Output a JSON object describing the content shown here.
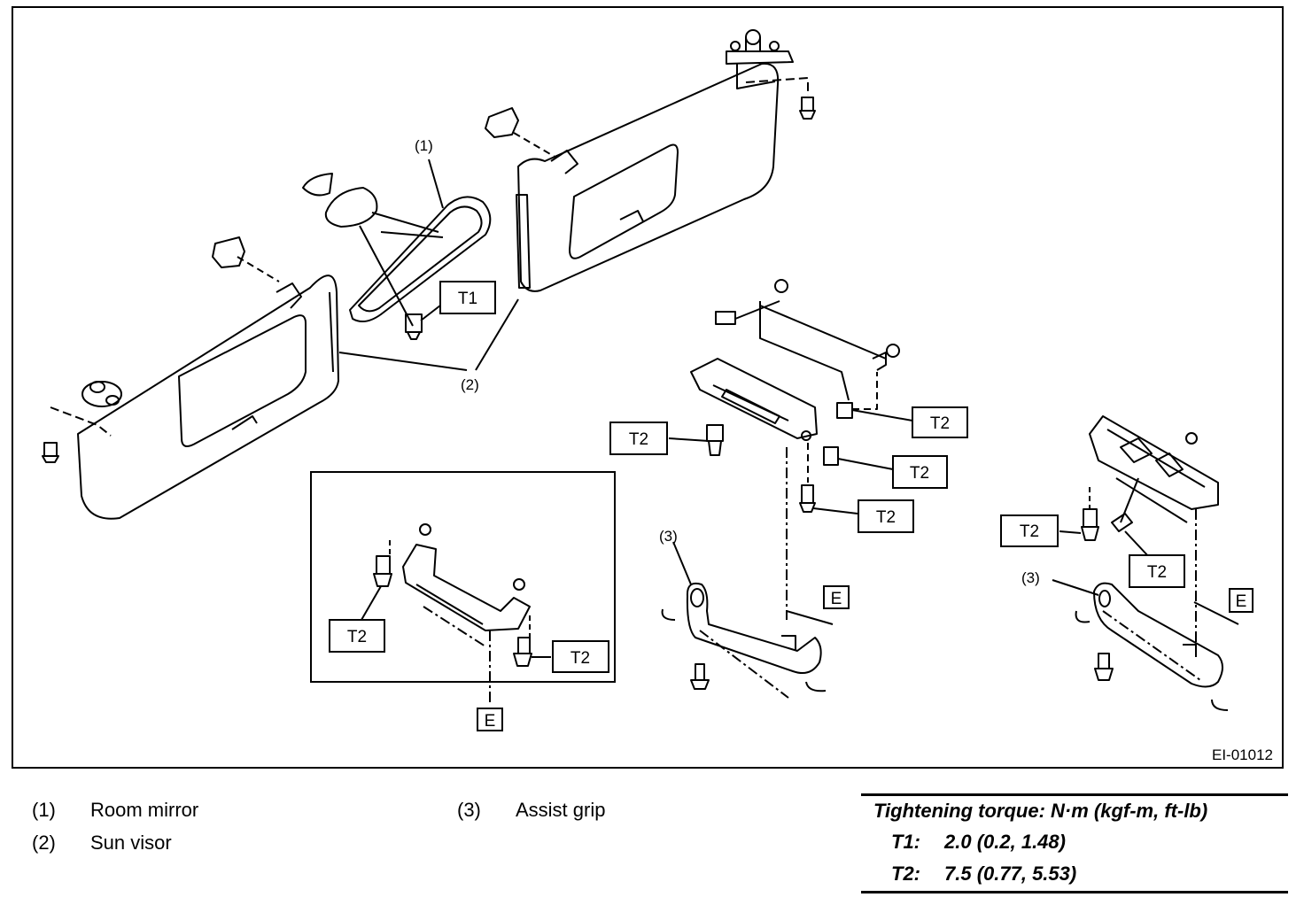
{
  "figure": {
    "code": "EI-01012",
    "callouts": [
      "(1)",
      "(2)",
      "(3)"
    ],
    "torque_boxes": {
      "t1": "T1",
      "t2": "T2"
    },
    "ref_box": "E"
  },
  "legend": [
    {
      "num": "(1)",
      "text": "Room mirror"
    },
    {
      "num": "(2)",
      "text": "Sun visor"
    },
    {
      "num": "(3)",
      "text": "Assist grip"
    }
  ],
  "torque_table": {
    "title": "Tightening torque: N·m (kgf-m, ft-lb)",
    "rows": [
      {
        "key": "T1:",
        "value": "2.0 (0.2, 1.48)"
      },
      {
        "key": "T2:",
        "value": "7.5 (0.77, 5.53)"
      }
    ]
  }
}
